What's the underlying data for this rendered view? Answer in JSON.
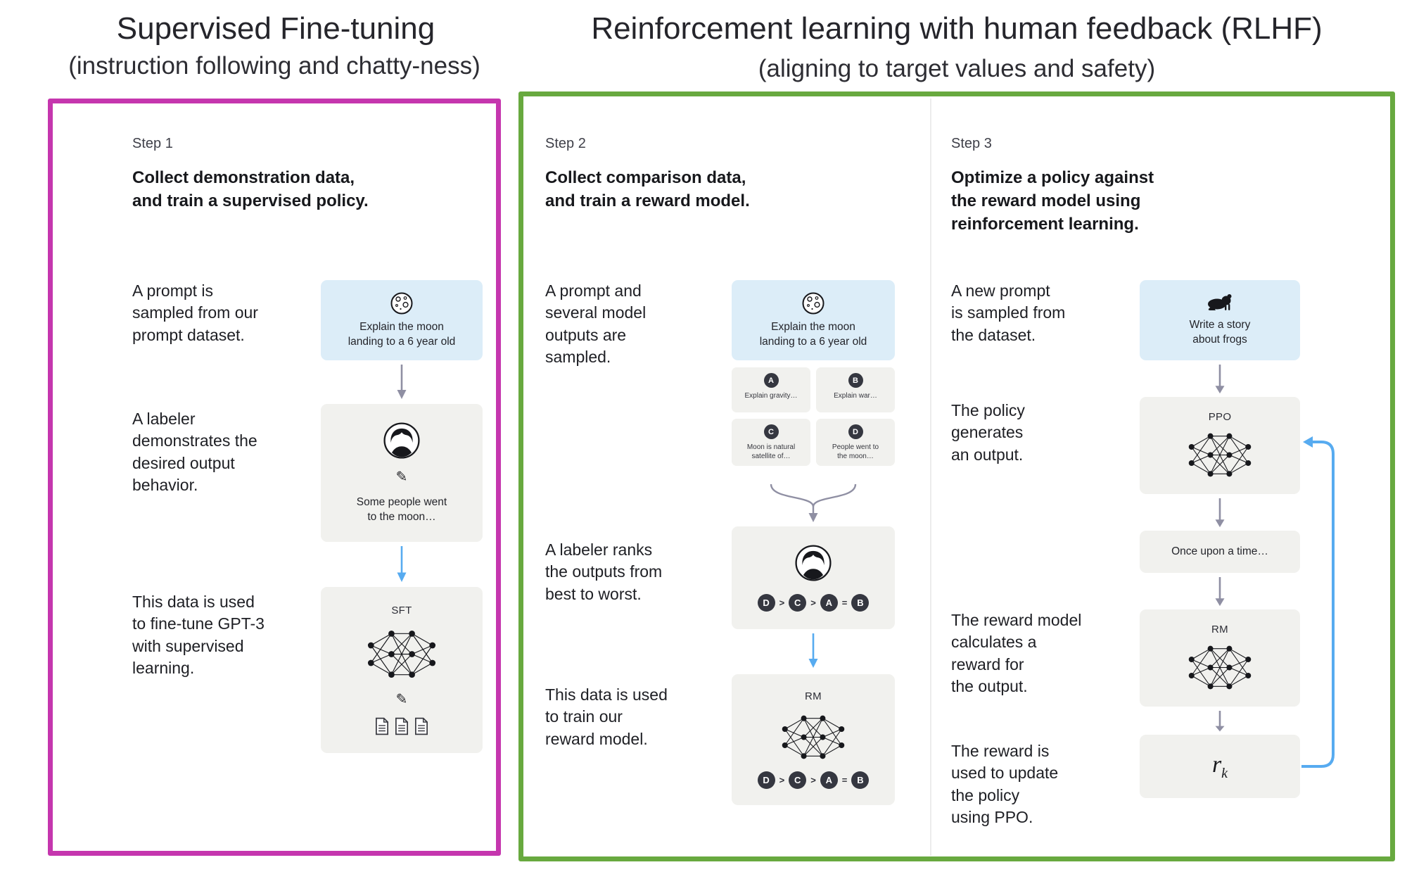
{
  "colors": {
    "sft_frame": "#c536ae",
    "rlhf_frame": "#68a93f",
    "prompt_box_bg": "#dcedf8",
    "gray_box_bg": "#f1f1ee",
    "gray_arrow": "#8f8fa3",
    "blue_arrow": "#57abf0",
    "chip_bg": "#353740",
    "text": "#202123"
  },
  "icons": {
    "moon": "moon-icon",
    "frog": "frog-icon",
    "labeler": "labeler-avatar-icon",
    "pencil_glyph": "✎",
    "network": "neural-network-icon",
    "documents": "documents-icon",
    "gray_arrow": "down-arrow-gray",
    "blue_arrow": "down-arrow-blue",
    "feedback": "feedback-loop-arrow"
  },
  "headers": {
    "sft": {
      "title": "Supervised Fine-tuning",
      "subtitle": "(instruction following and chatty-ness)"
    },
    "rlhf": {
      "title": "Reinforcement learning with human feedback (RLHF)",
      "subtitle": "(aligning to target values and safety)"
    }
  },
  "step1": {
    "label": "Step 1",
    "title": "Collect demonstration data,\nand train a supervised policy.",
    "captions": {
      "prompt": "A prompt is\nsampled from our\nprompt dataset.",
      "labeler": "A labeler\ndemonstrates the\ndesired output\nbehavior.",
      "finetune": "This data is used\nto fine-tune GPT-3\nwith supervised\nlearning."
    },
    "prompt_box": {
      "text": "Explain the moon\nlanding to a 6 year old"
    },
    "labeler_box": {
      "text": "Some people went\nto the moon…"
    },
    "sft_box": {
      "label": "SFT"
    }
  },
  "step2": {
    "label": "Step 2",
    "title": "Collect comparison data,\nand train a reward model.",
    "captions": {
      "prompt": "A prompt and\nseveral model\noutputs are\nsampled.",
      "labeler": "A labeler ranks\nthe outputs from\nbest to worst.",
      "reward": "This data is used\nto train our\nreward model."
    },
    "prompt_box": {
      "text": "Explain the moon\nlanding to a 6 year old"
    },
    "answers": [
      {
        "letter": "A",
        "text": "Explain gravity…"
      },
      {
        "letter": "B",
        "text": "Explain war…"
      },
      {
        "letter": "C",
        "text": "Moon is natural\nsatellite of…"
      },
      {
        "letter": "D",
        "text": "People went to\nthe moon…"
      }
    ],
    "ranking": [
      "D",
      ">",
      "C",
      ">",
      "A",
      "=",
      "B"
    ],
    "rm_box": {
      "label": "RM"
    }
  },
  "step3": {
    "label": "Step 3",
    "title": "Optimize a policy against\nthe reward model using\nreinforcement learning.",
    "captions": {
      "prompt": "A new prompt\nis sampled from\nthe dataset.",
      "policy": "The policy\ngenerates\nan output.",
      "reward_model": "The reward model\ncalculates a\nreward for\nthe output.",
      "update": "The reward is\nused to update\nthe policy\nusing PPO."
    },
    "prompt_box": {
      "text": "Write a story\nabout frogs"
    },
    "ppo_box": {
      "label": "PPO"
    },
    "output_box": {
      "text": "Once upon a time…"
    },
    "rm_box": {
      "label": "RM"
    },
    "reward_box": {
      "symbol": "r",
      "subscript": "k"
    }
  }
}
